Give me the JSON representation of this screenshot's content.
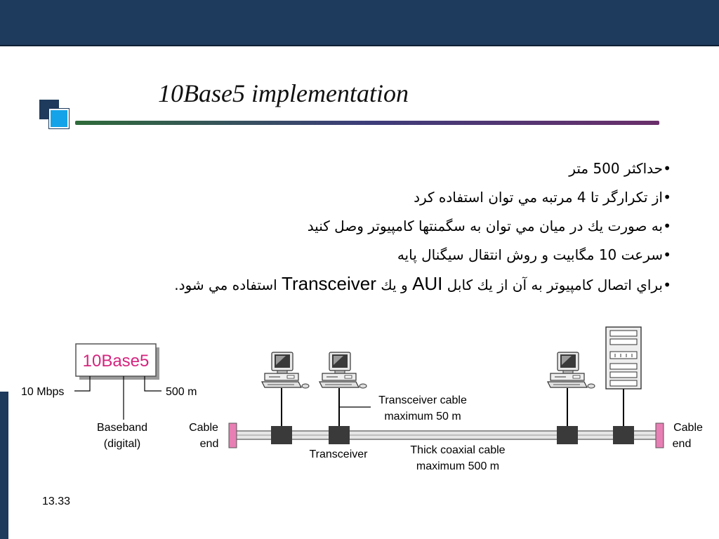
{
  "slide": {
    "title": "10Base5 implementation",
    "slide_number": "13.33"
  },
  "bullets": [
    {
      "parts": [
        "حداكثر 500 متر"
      ]
    },
    {
      "parts": [
        "از تكرارگر تا 4 مرتبه مي توان استفاده كرد"
      ]
    },
    {
      "parts": [
        "به صورت يك در ميان مي توان به سگمنتها كامپيوتر وصل كنيد"
      ]
    },
    {
      "parts": [
        "سرعت 10 مگابيت و روش انتقال سيگنال پايه"
      ]
    },
    {
      "parts": [
        "براي اتصال كامپيوتر به آن از يك كابل ",
        "AUI",
        " و يك ",
        "Transceiver",
        " استفاده مي شود."
      ]
    }
  ],
  "diagram": {
    "name_box": "10Base5",
    "rate": "10 Mbps",
    "max_length": "500 m",
    "baseband_line1": "Baseband",
    "baseband_line2": "(digital)",
    "cable_end_left_1": "Cable",
    "cable_end_left_2": "end",
    "cable_end_right_1": "Cable",
    "cable_end_right_2": "end",
    "transceiver_cable_1": "Transceiver cable",
    "transceiver_cable_2": "maximum 50 m",
    "transceiver": "Transceiver",
    "thick_coax_1": "Thick coaxial cable",
    "thick_coax_2": "maximum 500 m"
  },
  "colors": {
    "title_bar": "#1e3a5c",
    "accent_blue": "#14a3e8",
    "name_box_text": "#d6247e",
    "cable_end": "#e87fb4"
  }
}
